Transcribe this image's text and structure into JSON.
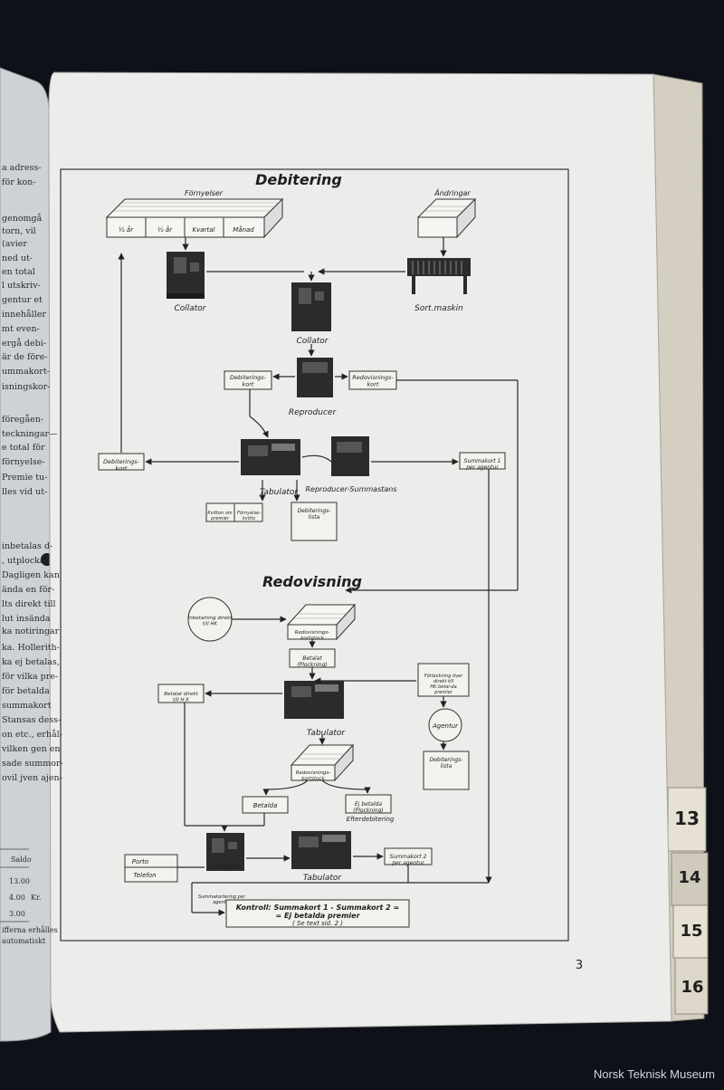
{
  "page": {
    "page_number": "3",
    "tabs": [
      "13",
      "14",
      "15",
      "16"
    ],
    "watermark": "Norsk Teknisk Museum"
  },
  "left_page": {
    "lines": [
      "a adress-",
      "för kon-",
      "genomgå",
      "torn, vil",
      "(avier",
      "ned ut-",
      "en total",
      "l utskriv-",
      "gentur et",
      "innehåller",
      "mt even-",
      "ergå debi-",
      "är de före-",
      "ummakort-",
      "isningskor-",
      "föregåen-",
      "teckningar—",
      "e total för",
      "förnyelse-",
      "Premie tu-",
      "lles vid ut-",
      "inbetalas d-",
      ", utplockas",
      "Dagligen kan",
      "ända en för-",
      "lts direkt till",
      "lut insända",
      "ka notiringar",
      "ka. Hollerith-",
      "ka ej betalas,",
      "för vilka pre-",
      "för betalda",
      "summakort",
      "Stansas dess-",
      "on etc., erhål-",
      "vilken gen en",
      "sade summor-",
      "ovil jven ajen-"
    ],
    "table_header": "Saldo",
    "table_values": [
      "13.00",
      "4.00",
      "3.00"
    ],
    "table_suffix": "Kr.",
    "footer_lines": [
      "ifferna erhålles",
      "automatiskt"
    ]
  },
  "diagram": {
    "debitering": {
      "title": "Debitering",
      "fornyelser_label": "Förnyelser",
      "fornyelser_cells": [
        "½ år",
        "½ år",
        "Kvartal",
        "Månad"
      ],
      "andringar_label": "Ändringar",
      "collator_left": "Collator",
      "collator_mid": "Collator",
      "sortmaskin": "Sort.maskin",
      "debiterings_kort_box": "Debiterings-kort",
      "redovisnings_kort_box": "Redovisnings-kort",
      "reproducer": "Reproducer",
      "debiterings_kort_left": "Debiterings-kort",
      "summakort1": "Summakort 1 per agentur",
      "tabulator": "Tabulator",
      "reproducer_summastans": "Reproducer-Summastans",
      "kvitton_a": "Kvitton om premier",
      "kvitton_b": "Förnyelse-kvitto",
      "debiterings_lista": "Debiterings-lista"
    },
    "redovisning": {
      "title": "Redovisning",
      "inbetalning": "Inbetalning direkt till HK",
      "redovisnings_kortstock_1": "Redovisnings-kortstock",
      "betalat_box": "Betalat (Plockning)",
      "forteckning": "Förteckning över direkt till HK betal-da premier",
      "betalat_direkt": "Betalat direkt till H.K",
      "tabulator": "Tabulator",
      "agentur": "Agentur",
      "debiterings_lista": "Debiterings-lista",
      "redovisnings_kortstock_2": "Redovisnings-kortstock",
      "betalda": "Betalda",
      "ej_betalda": "Ej betalda (Plockning)",
      "efterdebitering": "Efterdebitering",
      "porto": "Porto",
      "telefon": "Telefon",
      "collator": "Collator",
      "summakortering": "Summakortering per agentur",
      "tabulator2": "Tabulator",
      "summakort2": "Summakort 2 per agentur",
      "kontroll_line1": "Kontroll: Summakort 1 - Summakort 2 =",
      "kontroll_line2": "= Ej betalda premier",
      "kontroll_line3": "( Se text sid. 2 )"
    }
  }
}
